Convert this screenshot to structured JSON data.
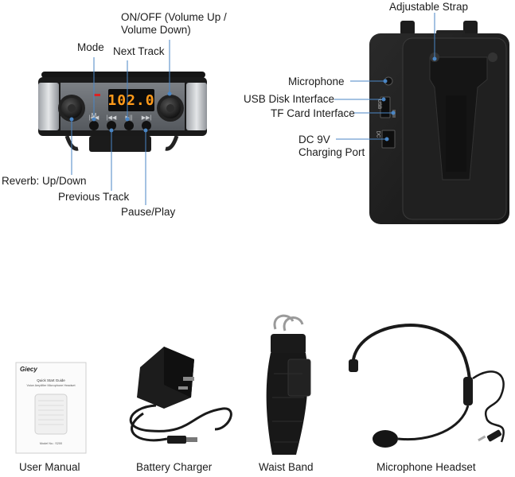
{
  "front_panel": {
    "display_value": "102.0",
    "mode_glyph": "M",
    "labels": {
      "on_off": "ON/OFF (Volume Up / Volume Down)",
      "mode": "Mode",
      "next_track": "Next Track",
      "reverb": "Reverb: Up/Down",
      "previous_track": "Previous Track",
      "pause_play": "Pause/Play"
    }
  },
  "back_panel": {
    "labels": {
      "adjustable_strap": "Adjustable Strap",
      "microphone": "Microphone",
      "usb_disk": "USB Disk Interface",
      "tf_card": "TF Card Interface",
      "dc_line1": "DC 9V",
      "dc_line2": "Charging Port"
    },
    "port_text": {
      "usb": "USB",
      "dc": "DC"
    }
  },
  "manual": {
    "brand": "Giecy",
    "title": "Quick Start Guide",
    "subtitle": "Voice Amplifier Microphone Headset",
    "model": "Model No.: S200"
  },
  "accessories": [
    {
      "caption": "User Manual"
    },
    {
      "caption": "Battery Charger"
    },
    {
      "caption": "Waist Band"
    },
    {
      "caption": "Microphone Headset"
    }
  ],
  "colors": {
    "display_amber": "#ff9a1a",
    "device_black": "#1b1b1b",
    "panel_gray": "#6f7378",
    "leader_blue": "#4a86c5"
  }
}
